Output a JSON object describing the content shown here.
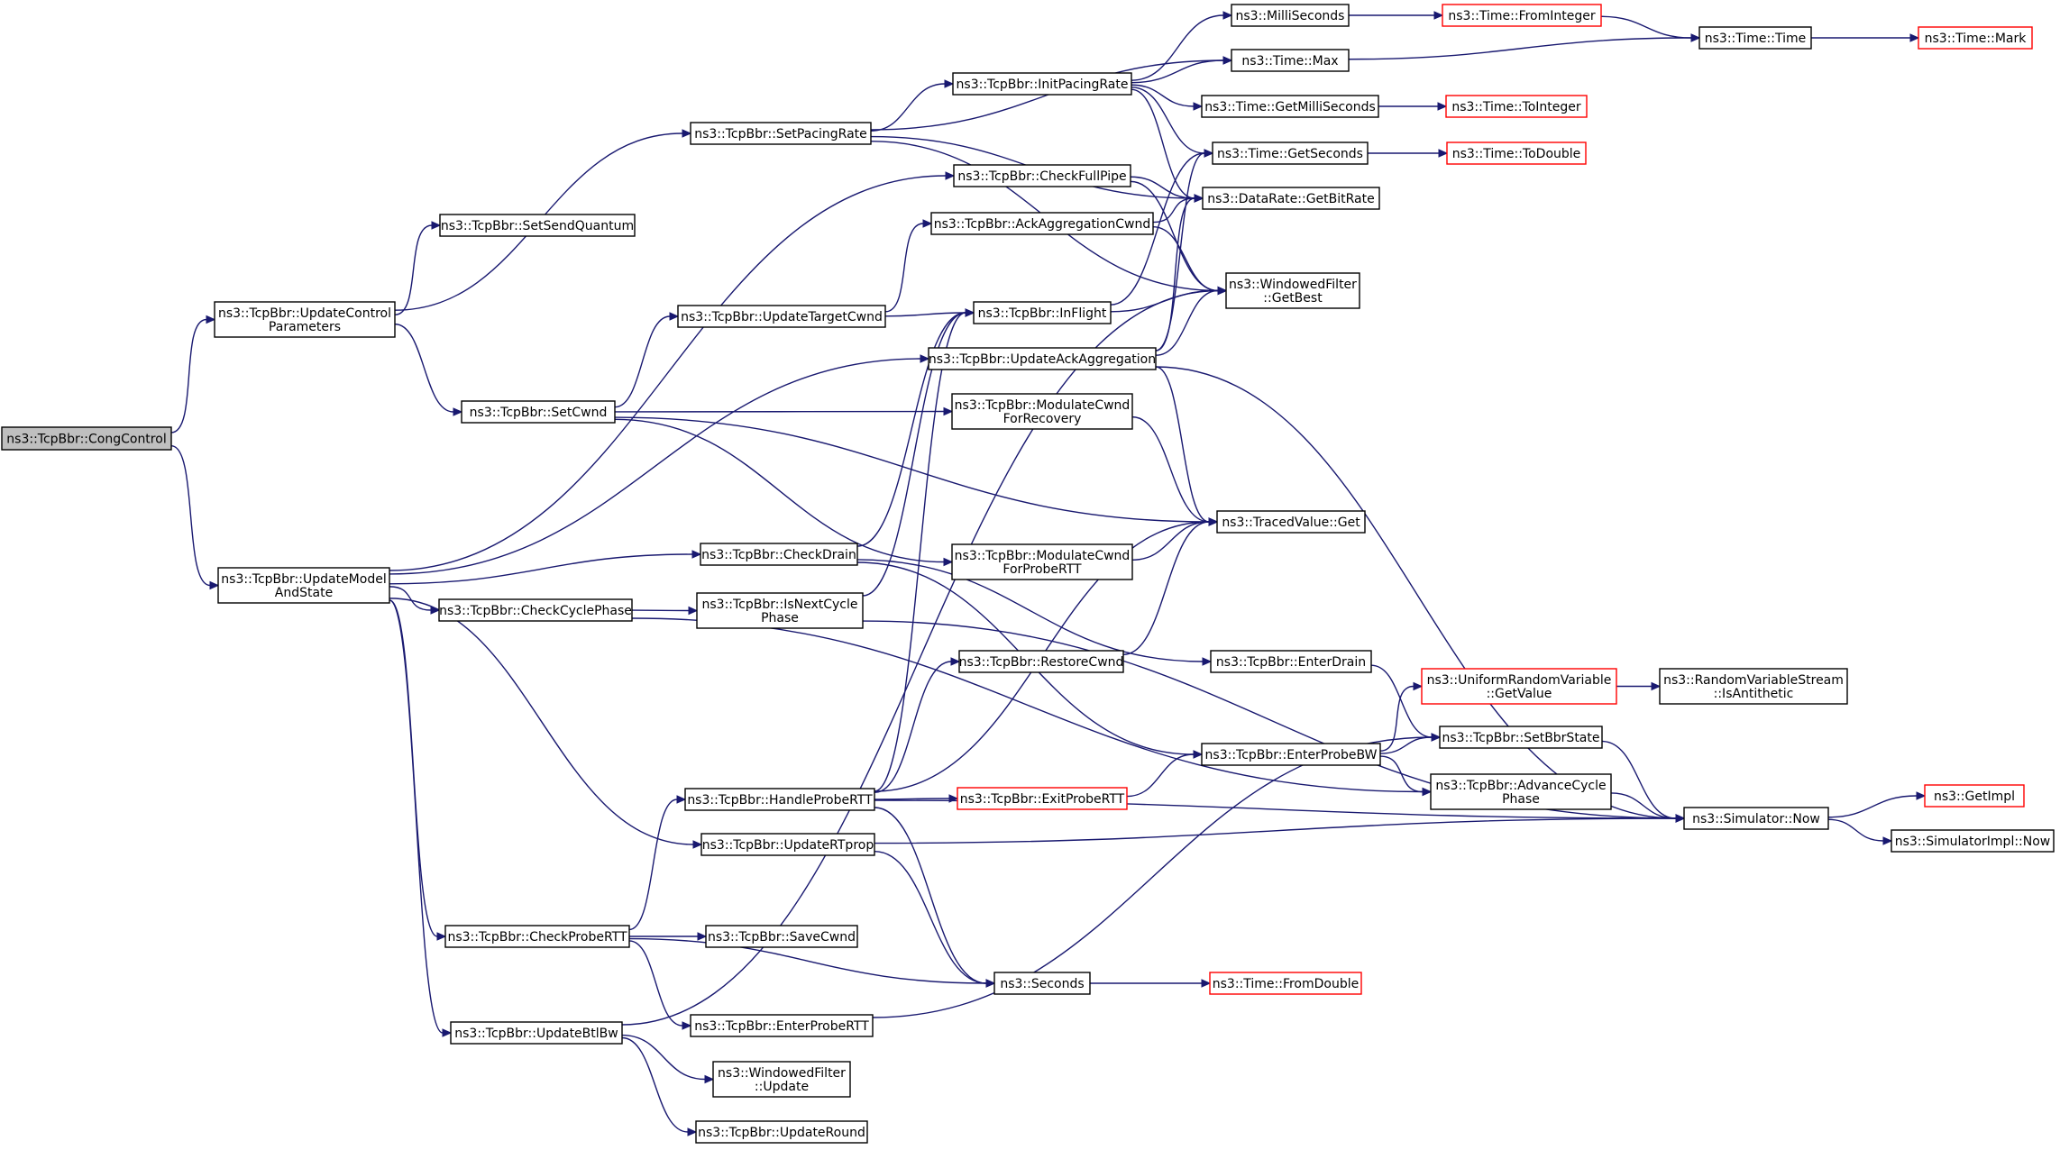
{
  "graph": {
    "root": "CongControl",
    "colors": {
      "edge": "#191970",
      "node_border": "#000000",
      "external_border": "#ff0000",
      "root_fill": "#bfbfbf",
      "background": "#ffffff"
    },
    "nodes": {
      "CongControl": {
        "lines": [
          "ns3::TcpBbr::CongControl"
        ],
        "kind": "root"
      },
      "UpdateControlParameters": {
        "lines": [
          "ns3::TcpBbr::UpdateControl",
          "Parameters"
        ]
      },
      "UpdateModelAndState": {
        "lines": [
          "ns3::TcpBbr::UpdateModel",
          "AndState"
        ]
      },
      "SetPacingRate": {
        "lines": [
          "ns3::TcpBbr::SetPacingRate"
        ]
      },
      "SetSendQuantum": {
        "lines": [
          "ns3::TcpBbr::SetSendQuantum"
        ]
      },
      "SetCwnd": {
        "lines": [
          "ns3::TcpBbr::SetCwnd"
        ]
      },
      "UpdateTargetCwnd": {
        "lines": [
          "ns3::TcpBbr::UpdateTargetCwnd"
        ]
      },
      "CheckDrain": {
        "lines": [
          "ns3::TcpBbr::CheckDrain"
        ]
      },
      "CheckCyclePhase": {
        "lines": [
          "ns3::TcpBbr::CheckCyclePhase"
        ]
      },
      "IsNextCyclePhase": {
        "lines": [
          "ns3::TcpBbr::IsNextCycle",
          "Phase"
        ]
      },
      "HandleProbeRTT": {
        "lines": [
          "ns3::TcpBbr::HandleProbeRTT"
        ]
      },
      "UpdateRTprop": {
        "lines": [
          "ns3::TcpBbr::UpdateRTprop"
        ]
      },
      "CheckProbeRTT": {
        "lines": [
          "ns3::TcpBbr::CheckProbeRTT"
        ]
      },
      "SaveCwnd": {
        "lines": [
          "ns3::TcpBbr::SaveCwnd"
        ]
      },
      "EnterProbeRTT": {
        "lines": [
          "ns3::TcpBbr::EnterProbeRTT"
        ]
      },
      "UpdateBtlBw": {
        "lines": [
          "ns3::TcpBbr::UpdateBtlBw"
        ]
      },
      "WindowedFilterUpdate": {
        "lines": [
          "ns3::WindowedFilter",
          "::Update"
        ]
      },
      "UpdateRound": {
        "lines": [
          "ns3::TcpBbr::UpdateRound"
        ]
      },
      "InitPacingRate": {
        "lines": [
          "ns3::TcpBbr::InitPacingRate"
        ]
      },
      "CheckFullPipe": {
        "lines": [
          "ns3::TcpBbr::CheckFullPipe"
        ]
      },
      "AckAggregationCwnd": {
        "lines": [
          "ns3::TcpBbr::AckAggregationCwnd"
        ]
      },
      "InFlight": {
        "lines": [
          "ns3::TcpBbr::InFlight"
        ]
      },
      "UpdateAckAggregation": {
        "lines": [
          "ns3::TcpBbr::UpdateAckAggregation"
        ]
      },
      "ModulateCwndForRecovery": {
        "lines": [
          "ns3::TcpBbr::ModulateCwnd",
          "ForRecovery"
        ]
      },
      "ModulateCwndForProbeRTT": {
        "lines": [
          "ns3::TcpBbr::ModulateCwnd",
          "ForProbeRTT"
        ]
      },
      "RestoreCwnd": {
        "lines": [
          "ns3::TcpBbr::RestoreCwnd"
        ]
      },
      "ExitProbeRTT": {
        "lines": [
          "ns3::TcpBbr::ExitProbeRTT"
        ],
        "kind": "external"
      },
      "Seconds": {
        "lines": [
          "ns3::Seconds"
        ]
      },
      "MilliSeconds": {
        "lines": [
          "ns3::MilliSeconds"
        ]
      },
      "TimeMax": {
        "lines": [
          "ns3::Time::Max"
        ]
      },
      "TimeGetMilliSeconds": {
        "lines": [
          "ns3::Time::GetMilliSeconds"
        ]
      },
      "TimeGetSeconds": {
        "lines": [
          "ns3::Time::GetSeconds"
        ]
      },
      "DataRateGetBitRate": {
        "lines": [
          "ns3::DataRate::GetBitRate"
        ]
      },
      "WindowedFilterGetBest": {
        "lines": [
          "ns3::WindowedFilter",
          "::GetBest"
        ]
      },
      "TracedValueGet": {
        "lines": [
          "ns3::TracedValue::Get"
        ]
      },
      "EnterDrain": {
        "lines": [
          "ns3::TcpBbr::EnterDrain"
        ]
      },
      "EnterProbeBW": {
        "lines": [
          "ns3::TcpBbr::EnterProbeBW"
        ]
      },
      "TimeFromDouble": {
        "lines": [
          "ns3::Time::FromDouble"
        ],
        "kind": "external"
      },
      "TimeFromInteger": {
        "lines": [
          "ns3::Time::FromInteger"
        ],
        "kind": "external"
      },
      "TimeToInteger": {
        "lines": [
          "ns3::Time::ToInteger"
        ],
        "kind": "external"
      },
      "TimeToDouble": {
        "lines": [
          "ns3::Time::ToDouble"
        ],
        "kind": "external"
      },
      "UniformRandomVariableGetValue": {
        "lines": [
          "ns3::UniformRandomVariable",
          "::GetValue"
        ],
        "kind": "external"
      },
      "SetBbrState": {
        "lines": [
          "ns3::TcpBbr::SetBbrState"
        ]
      },
      "AdvanceCyclePhase": {
        "lines": [
          "ns3::TcpBbr::AdvanceCycle",
          "Phase"
        ]
      },
      "SimulatorNow": {
        "lines": [
          "ns3::Simulator::Now"
        ]
      },
      "TimeTime": {
        "lines": [
          "ns3::Time::Time"
        ]
      },
      "RandomVariableStreamIsAntithetic": {
        "lines": [
          "ns3::RandomVariableStream",
          "::IsAntithetic"
        ]
      },
      "GetImpl": {
        "lines": [
          "ns3::GetImpl"
        ],
        "kind": "external"
      },
      "SimulatorImplNow": {
        "lines": [
          "ns3::SimulatorImpl::Now"
        ]
      },
      "TimeMark": {
        "lines": [
          "ns3::Time::Mark"
        ],
        "kind": "external"
      }
    },
    "edges": [
      [
        "CongControl",
        "UpdateControlParameters"
      ],
      [
        "CongControl",
        "UpdateModelAndState"
      ],
      [
        "UpdateControlParameters",
        "SetPacingRate"
      ],
      [
        "UpdateControlParameters",
        "SetSendQuantum"
      ],
      [
        "UpdateControlParameters",
        "SetCwnd"
      ],
      [
        "UpdateModelAndState",
        "CheckFullPipe"
      ],
      [
        "UpdateModelAndState",
        "UpdateAckAggregation"
      ],
      [
        "UpdateModelAndState",
        "CheckDrain"
      ],
      [
        "UpdateModelAndState",
        "CheckCyclePhase"
      ],
      [
        "UpdateModelAndState",
        "UpdateRTprop"
      ],
      [
        "UpdateModelAndState",
        "CheckProbeRTT"
      ],
      [
        "UpdateModelAndState",
        "UpdateBtlBw"
      ],
      [
        "SetPacingRate",
        "InitPacingRate"
      ],
      [
        "SetPacingRate",
        "TimeMax"
      ],
      [
        "SetPacingRate",
        "DataRateGetBitRate"
      ],
      [
        "SetPacingRate",
        "WindowedFilterGetBest"
      ],
      [
        "SetCwnd",
        "UpdateTargetCwnd"
      ],
      [
        "SetCwnd",
        "ModulateCwndForRecovery"
      ],
      [
        "SetCwnd",
        "TracedValueGet"
      ],
      [
        "SetCwnd",
        "ModulateCwndForProbeRTT"
      ],
      [
        "UpdateTargetCwnd",
        "InFlight"
      ],
      [
        "UpdateTargetCwnd",
        "AckAggregationCwnd"
      ],
      [
        "CheckDrain",
        "InFlight"
      ],
      [
        "CheckDrain",
        "EnterDrain"
      ],
      [
        "CheckDrain",
        "EnterProbeBW"
      ],
      [
        "CheckCyclePhase",
        "IsNextCyclePhase"
      ],
      [
        "CheckCyclePhase",
        "AdvanceCyclePhase"
      ],
      [
        "IsNextCyclePhase",
        "InFlight"
      ],
      [
        "IsNextCyclePhase",
        "SimulatorNow"
      ],
      [
        "HandleProbeRTT",
        "InFlight"
      ],
      [
        "HandleProbeRTT",
        "RestoreCwnd"
      ],
      [
        "HandleProbeRTT",
        "TracedValueGet"
      ],
      [
        "HandleProbeRTT",
        "ExitProbeRTT"
      ],
      [
        "HandleProbeRTT",
        "Seconds"
      ],
      [
        "HandleProbeRTT",
        "SimulatorNow"
      ],
      [
        "UpdateRTprop",
        "Seconds"
      ],
      [
        "UpdateRTprop",
        "SimulatorNow"
      ],
      [
        "CheckProbeRTT",
        "HandleProbeRTT"
      ],
      [
        "CheckProbeRTT",
        "SaveCwnd"
      ],
      [
        "CheckProbeRTT",
        "Seconds"
      ],
      [
        "CheckProbeRTT",
        "EnterProbeRTT"
      ],
      [
        "EnterProbeRTT",
        "SetBbrState"
      ],
      [
        "UpdateBtlBw",
        "WindowedFilterGetBest"
      ],
      [
        "UpdateBtlBw",
        "WindowedFilterUpdate"
      ],
      [
        "UpdateBtlBw",
        "UpdateRound"
      ],
      [
        "InitPacingRate",
        "MilliSeconds"
      ],
      [
        "InitPacingRate",
        "TimeMax"
      ],
      [
        "InitPacingRate",
        "TimeGetMilliSeconds"
      ],
      [
        "InitPacingRate",
        "TimeGetSeconds"
      ],
      [
        "InitPacingRate",
        "DataRateGetBitRate"
      ],
      [
        "CheckFullPipe",
        "DataRateGetBitRate"
      ],
      [
        "CheckFullPipe",
        "WindowedFilterGetBest"
      ],
      [
        "AckAggregationCwnd",
        "DataRateGetBitRate"
      ],
      [
        "AckAggregationCwnd",
        "WindowedFilterGetBest"
      ],
      [
        "InFlight",
        "TimeGetSeconds"
      ],
      [
        "InFlight",
        "WindowedFilterGetBest"
      ],
      [
        "UpdateAckAggregation",
        "TimeGetSeconds"
      ],
      [
        "UpdateAckAggregation",
        "DataRateGetBitRate"
      ],
      [
        "UpdateAckAggregation",
        "WindowedFilterGetBest"
      ],
      [
        "UpdateAckAggregation",
        "TracedValueGet"
      ],
      [
        "UpdateAckAggregation",
        "SimulatorNow"
      ],
      [
        "ModulateCwndForRecovery",
        "TracedValueGet"
      ],
      [
        "ModulateCwndForProbeRTT",
        "TracedValueGet"
      ],
      [
        "RestoreCwnd",
        "TracedValueGet"
      ],
      [
        "ExitProbeRTT",
        "EnterProbeBW"
      ],
      [
        "Seconds",
        "TimeFromDouble"
      ],
      [
        "MilliSeconds",
        "TimeFromInteger"
      ],
      [
        "TimeMax",
        "TimeTime"
      ],
      [
        "TimeGetMilliSeconds",
        "TimeToInteger"
      ],
      [
        "TimeGetSeconds",
        "TimeToDouble"
      ],
      [
        "EnterDrain",
        "SetBbrState"
      ],
      [
        "EnterProbeBW",
        "UniformRandomVariableGetValue"
      ],
      [
        "EnterProbeBW",
        "SetBbrState"
      ],
      [
        "EnterProbeBW",
        "AdvanceCyclePhase"
      ],
      [
        "UniformRandomVariableGetValue",
        "RandomVariableStreamIsAntithetic"
      ],
      [
        "SetBbrState",
        "SimulatorNow"
      ],
      [
        "AdvanceCyclePhase",
        "SimulatorNow"
      ],
      [
        "SimulatorNow",
        "GetImpl"
      ],
      [
        "SimulatorNow",
        "SimulatorImplNow"
      ],
      [
        "TimeFromInteger",
        "TimeTime"
      ],
      [
        "TimeTime",
        "TimeMark"
      ]
    ]
  }
}
